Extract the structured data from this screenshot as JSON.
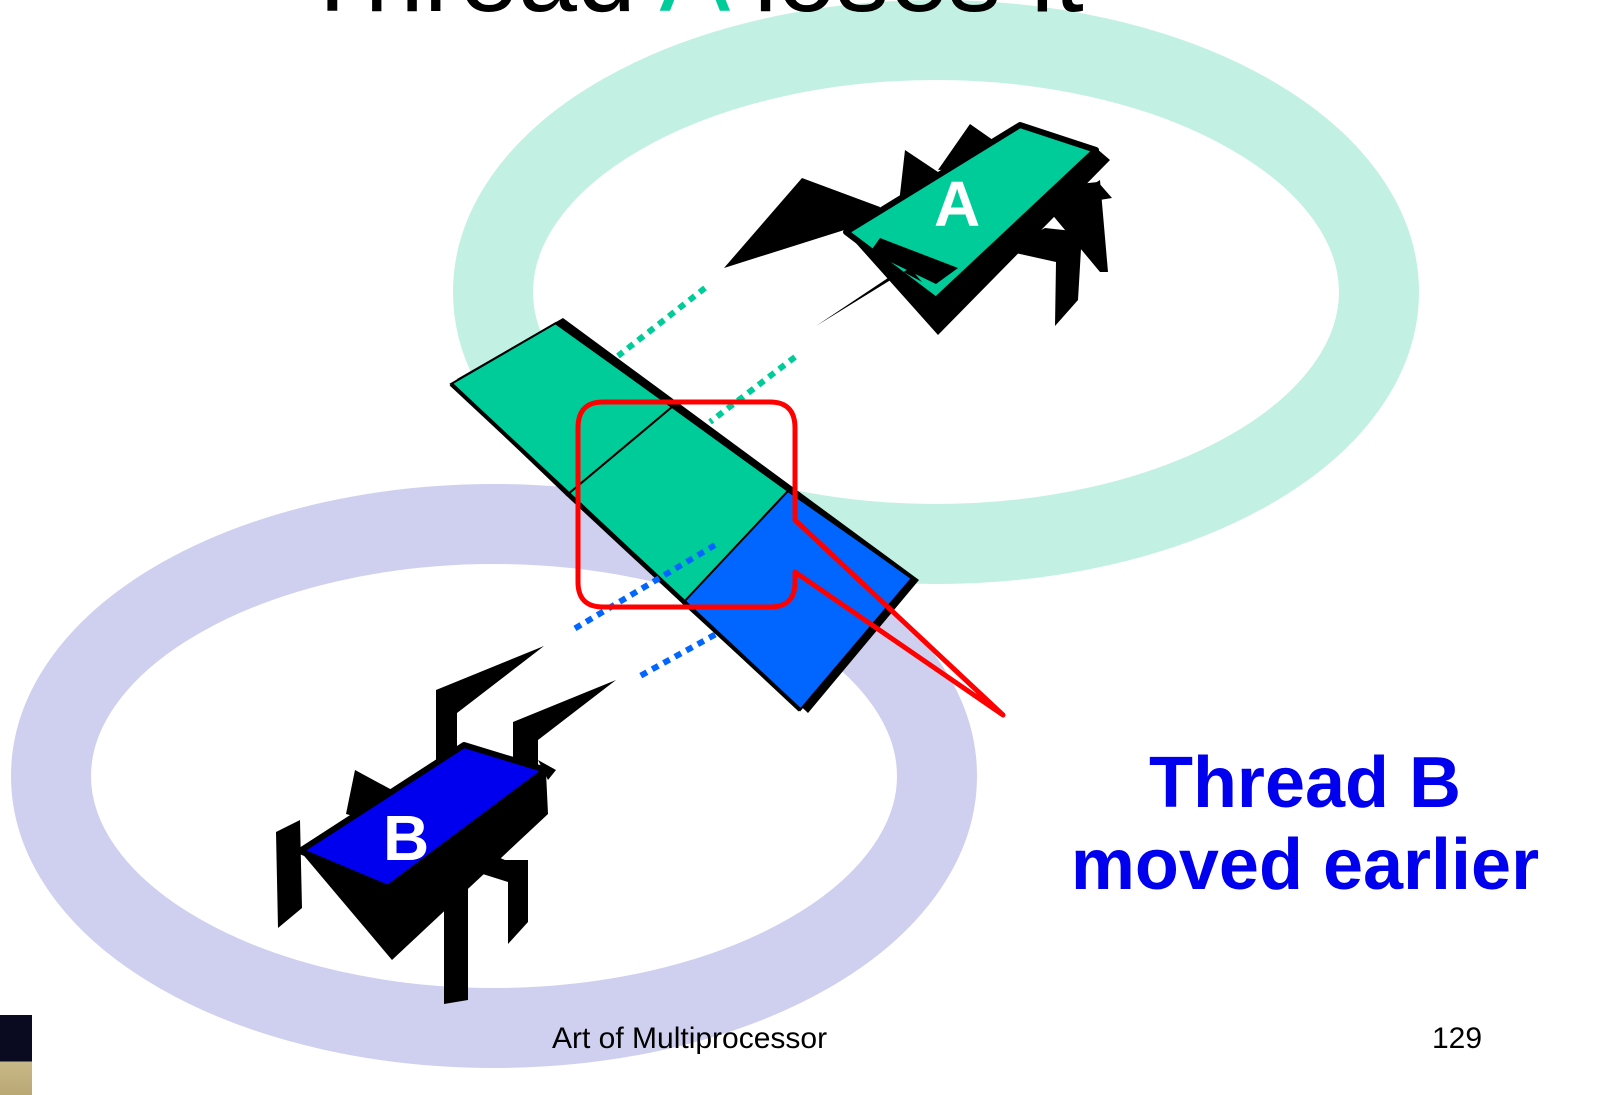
{
  "title": {
    "prefix": "Thread ",
    "accent_letter": "A",
    "suffix": " loses it"
  },
  "threads": {
    "a_label": "A",
    "b_label": "B"
  },
  "callout": {
    "line1": "Thread B",
    "line2": "moved earlier"
  },
  "footer": {
    "text": "Art of Multiprocessor",
    "page_number": "129"
  },
  "colors": {
    "thread_a": "#00cc99",
    "thread_a_ring": "#c2f0e2",
    "thread_b": "#0066ff",
    "thread_b_body": "#0000ee",
    "thread_b_ring": "#cfcfef",
    "highlight": "#ff0000",
    "callout_text": "#0000ee"
  }
}
